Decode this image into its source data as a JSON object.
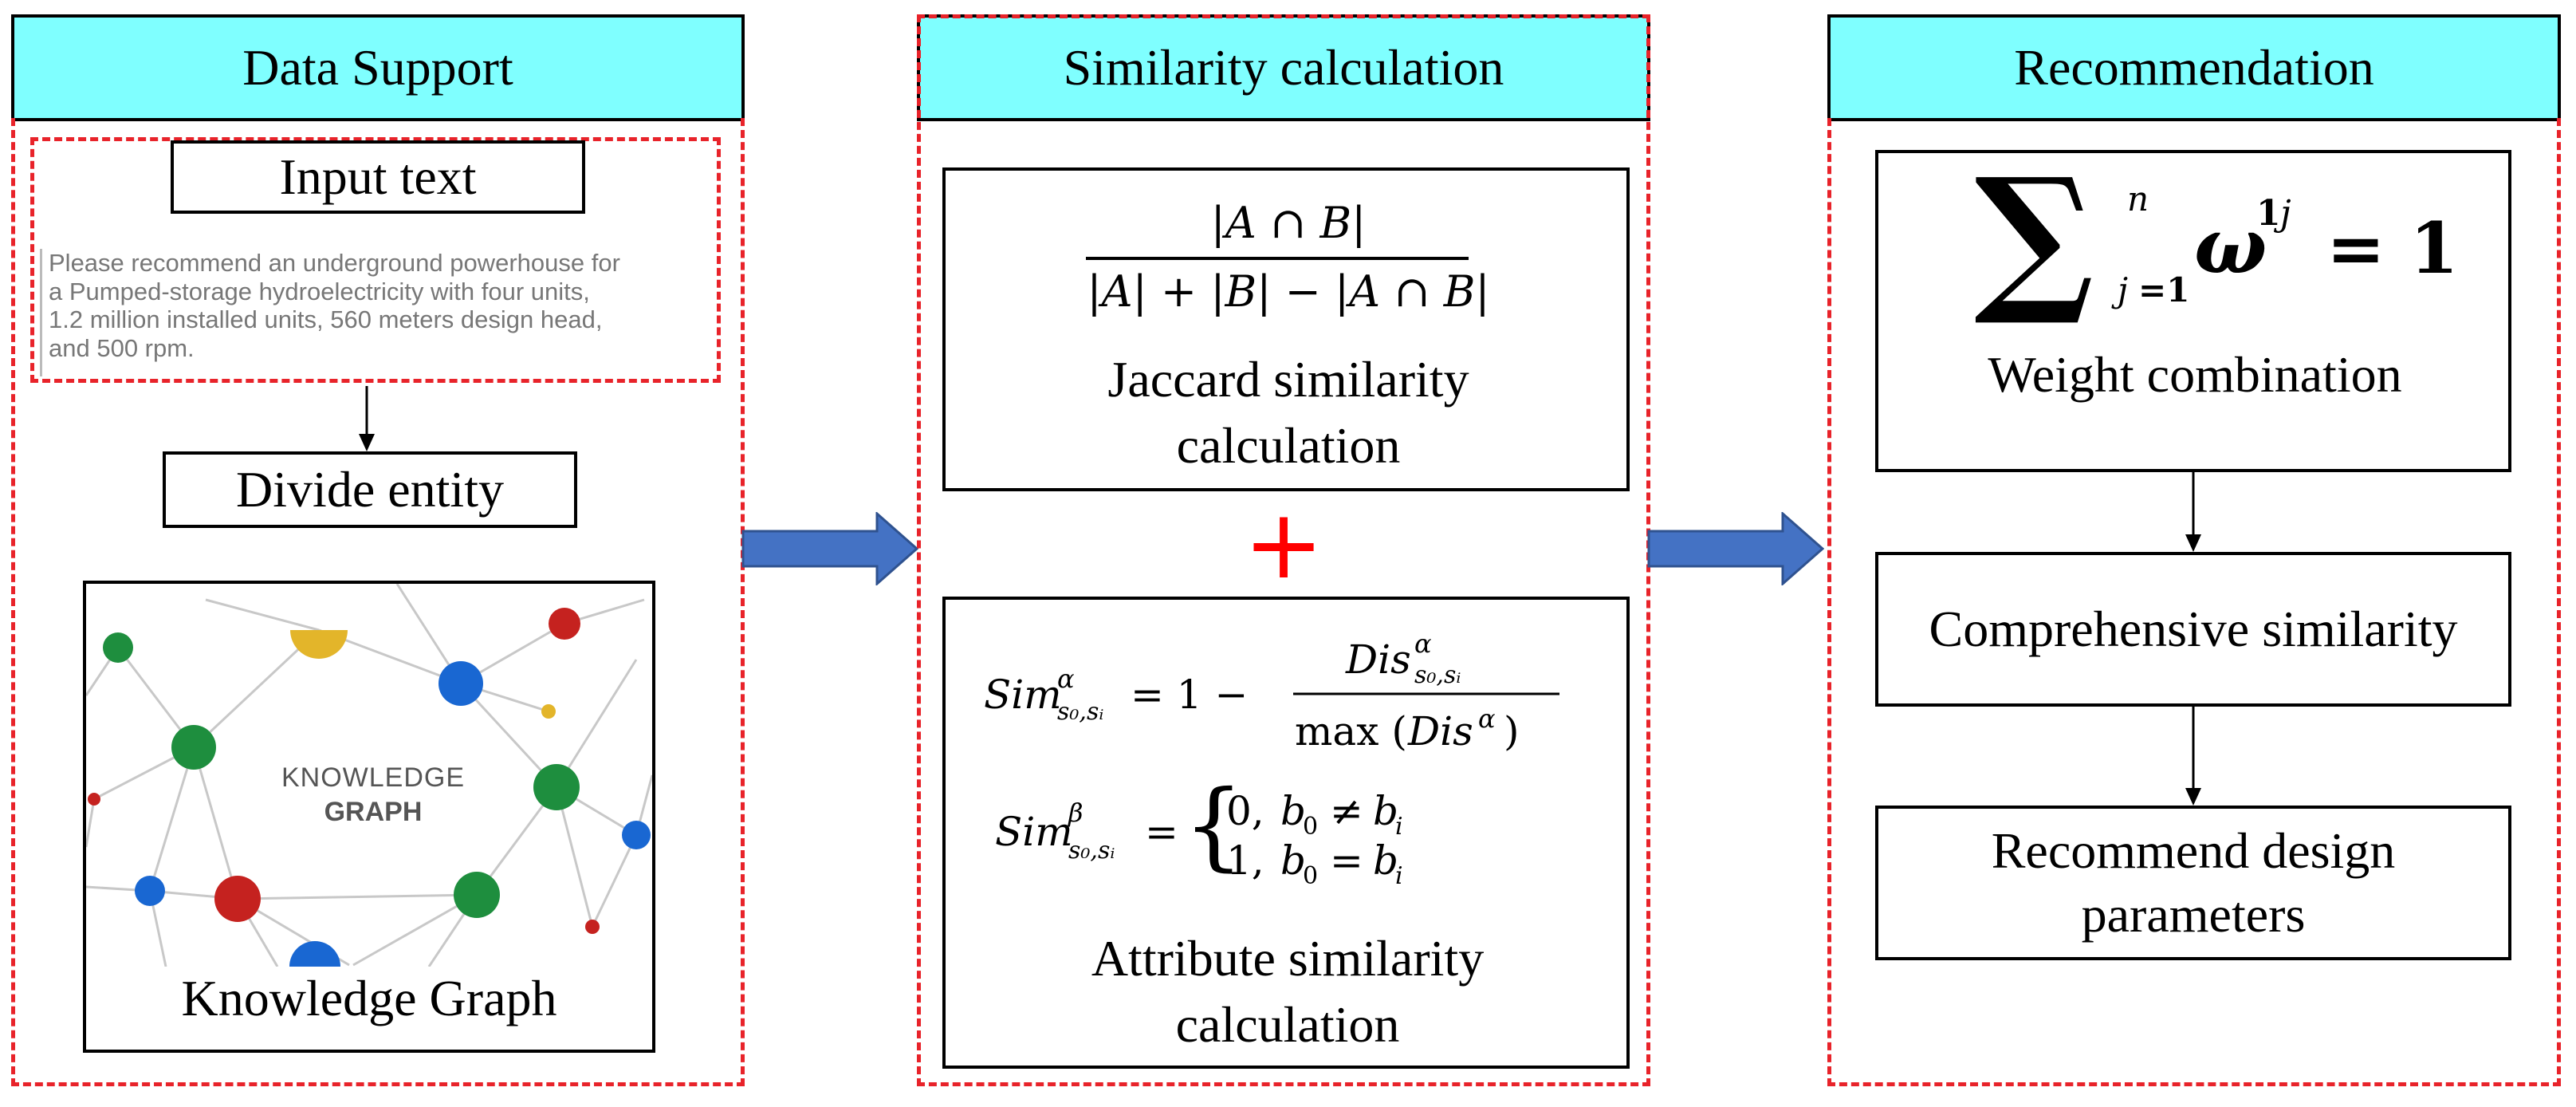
{
  "columns": {
    "data_support": {
      "header": "Data Support",
      "input_text_label": "Input text",
      "input_paragraph": "Please recommend an underground powerhouse for\na Pumped-storage hydroelectricity with four units,\n1.2 million installed units, 560 meters design head,\nand 500 rpm.",
      "divide_entity_label": "Divide entity",
      "kg_image_line1": "KNOWLEDGE",
      "kg_image_line2": "GRAPH",
      "kg_caption": "Knowledge Graph"
    },
    "similarity": {
      "header": "Similarity calculation",
      "jaccard_numerator": "|A ∩ B|",
      "jaccard_denominator": "|A| + |B| − |A ∩ B|",
      "jaccard_caption_line1": "Jaccard similarity",
      "jaccard_caption_line2": "calculation",
      "plus_sign": "+",
      "attr_caption_line1": "Attribute similarity",
      "attr_caption_line2": "calculation"
    },
    "recommendation": {
      "header": "Recommendation",
      "weight_caption": "Weight combination",
      "comprehensive_label": "Comprehensive similarity",
      "recommend_line1": "Recommend design",
      "recommend_line2": "parameters"
    }
  },
  "colors": {
    "header_fill": "#7fffff",
    "dashed_border": "#e8232a",
    "arrow_fill": "#4472c4",
    "plus": "#ff0000",
    "node_green": "#1e8e3e",
    "node_blue": "#1967d2",
    "node_red": "#c5221f",
    "node_yellow": "#e3b52a"
  }
}
